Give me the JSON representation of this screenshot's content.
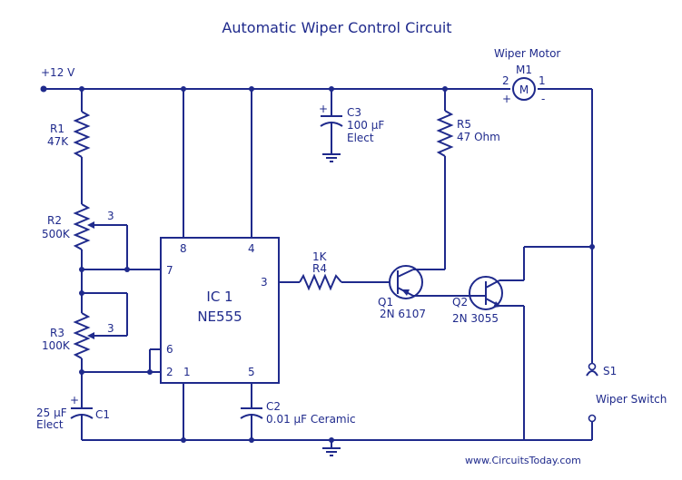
{
  "title": "Automatic Wiper Control Circuit",
  "supply": "+12 V",
  "website": "www.CircuitsToday.com",
  "components": {
    "r1": {
      "name": "R1",
      "value": "47K"
    },
    "r2": {
      "name": "R2",
      "value": "500K",
      "pin": "3"
    },
    "r3": {
      "name": "R3",
      "value": "100K",
      "pin": "3"
    },
    "r4": {
      "name": "R4",
      "value": "1K"
    },
    "r5": {
      "name": "R5",
      "value": "47 Ohm"
    },
    "c1": {
      "name": "C1",
      "value": "25 µF",
      "type": "Elect",
      "plus": "+"
    },
    "c2": {
      "name": "C2",
      "value": "0.01 µF Ceramic"
    },
    "c3": {
      "name": "C3",
      "value": "100 µF",
      "type": "Elect",
      "plus": "+"
    },
    "ic1": {
      "name": "IC 1",
      "part": "NE555",
      "pins": {
        "p8": "8",
        "p4": "4",
        "p7": "7",
        "p6": "6",
        "p2": "2",
        "p1": "1",
        "p5": "5",
        "p3": "3"
      }
    },
    "q1": {
      "name": "Q1",
      "part": "2N 6107"
    },
    "q2": {
      "name": "Q2",
      "part": "2N 3055"
    },
    "m1": {
      "title": "Wiper Motor",
      "name": "M1",
      "symbol": "M",
      "pin2": "2",
      "pin1": "1",
      "plus": "+",
      "minus": "-"
    },
    "s1": {
      "name": "S1",
      "label": "Wiper Switch"
    }
  }
}
